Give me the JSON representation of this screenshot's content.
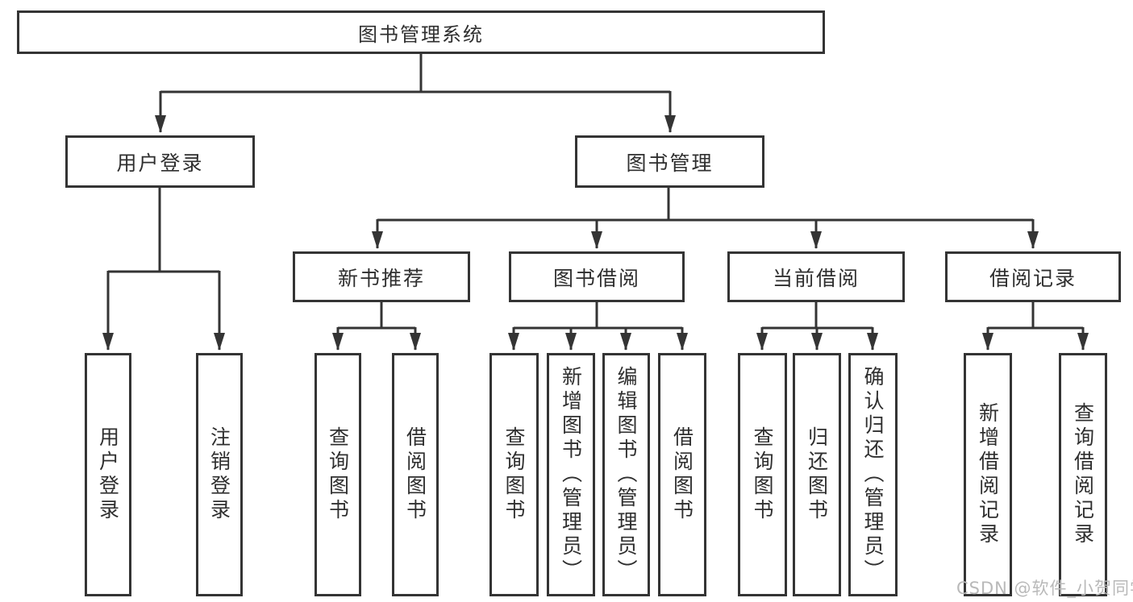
{
  "diagram": {
    "root": "图书管理系统",
    "level2": [
      "用户登录",
      "图书管理"
    ],
    "level3": [
      "新书推荐",
      "图书借阅",
      "当前借阅",
      "借阅记录"
    ],
    "leaves": [
      "用户登录",
      "注销登录",
      "查询图书",
      "借阅图书",
      "查询图书",
      "新增图书（管理员）",
      "编辑图书（管理员）",
      "借阅图书",
      "查询图书",
      "归还图书",
      "确认归还（管理员）",
      "新增借阅记录",
      "查询借阅记录"
    ],
    "watermark": "CSDN @软件_小贺同学",
    "colors": {
      "line": "#343434",
      "text": "#2f2f2f",
      "watermark": "#b9b9b9",
      "background": "#ffffff"
    }
  }
}
